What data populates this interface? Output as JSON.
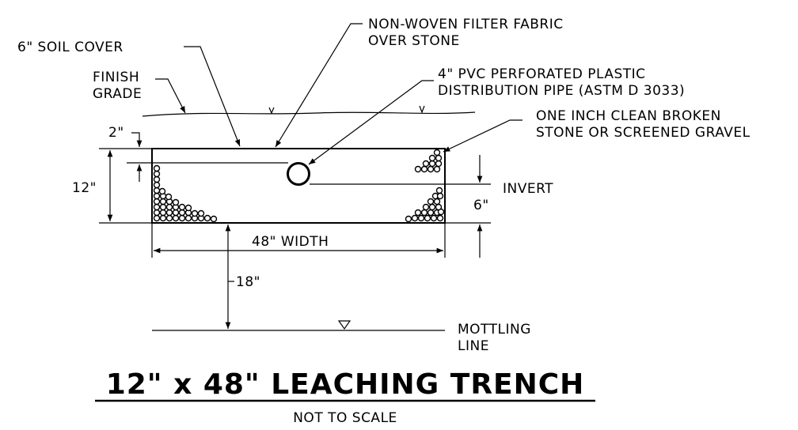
{
  "labels": {
    "soil_cover": "6\" SOIL COVER",
    "filter_fabric_1": "NON-WOVEN FILTER FABRIC",
    "filter_fabric_2": "OVER STONE",
    "finish_grade_1": "FINISH",
    "finish_grade_2": "GRADE",
    "pipe_1": "4\" PVC PERFORATED PLASTIC",
    "pipe_2": "DISTRIBUTION PIPE (ASTM D 3033)",
    "stone_1": "ONE INCH CLEAN BROKEN",
    "stone_2": "STONE OR SCREENED GRAVEL",
    "dim_2in": "2\"",
    "dim_12in": "12\"",
    "invert": "INVERT",
    "dim_6in": "6\"",
    "width": "48\" WIDTH",
    "dim_18in": "18\"",
    "mottling_1": "MOTTLING",
    "mottling_2": "LINE",
    "title": "12\" x 48\" LEACHING TRENCH",
    "subtitle": "NOT TO SCALE"
  }
}
